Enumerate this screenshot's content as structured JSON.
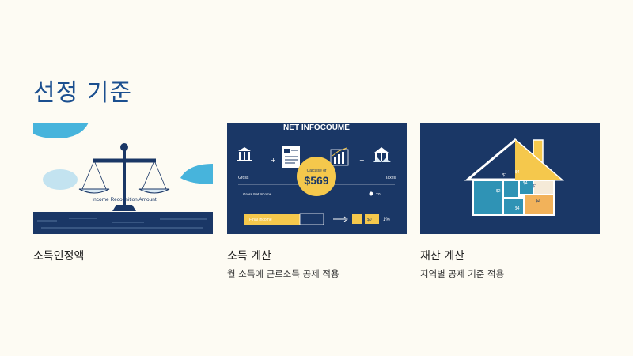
{
  "slide": {
    "title": "선정 기준"
  },
  "cards": [
    {
      "label": "소득인정액",
      "description": "",
      "image": {
        "scale_caption": "Income Recognition Amount"
      }
    },
    {
      "label": "소득 계산",
      "description": "월 소득에 근로소득 공제 적용",
      "image": {
        "heading": "NET INFOCOUME",
        "calc_label": "Calculse of",
        "calc_value": "$569",
        "gross": "Gross",
        "taxes": "Taxes",
        "net_income": "Gross Net Income",
        "check_code": "X0",
        "final_label": "Final Income",
        "box_text": "$0",
        "percent": "1%"
      }
    },
    {
      "label": "재산 계산",
      "description": "지역별 공제 기준 적용",
      "image": {
        "labels": [
          "$1",
          "$4",
          "$2",
          "$1",
          "$2",
          "$4",
          "$4"
        ]
      }
    }
  ],
  "colors": {
    "title": "#1b4f8f",
    "navy": "#1a3766",
    "yellow": "#f5c84c",
    "teal": "#2f93b5",
    "light_blue": "#47b4dc",
    "background": "#fdfbf3"
  }
}
